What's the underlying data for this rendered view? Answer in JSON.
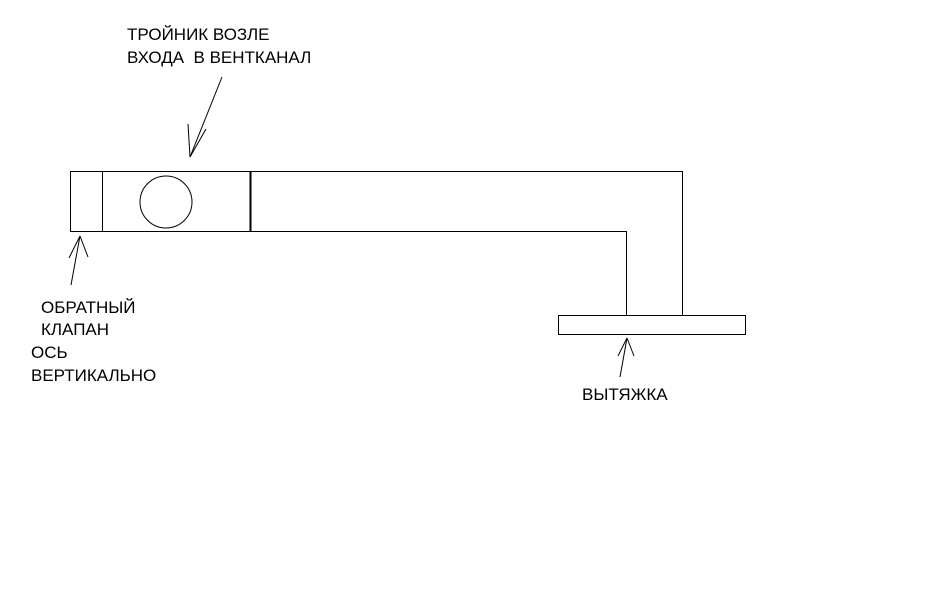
{
  "labels": {
    "tee_line1": "ТРОЙНИК ВОЗЛЕ",
    "tee_line2": "ВХОДА  В ВЕНТКАНАЛ",
    "check_valve_line1": "ОБРАТНЫЙ",
    "check_valve_line2": "КЛАПАН",
    "axis_line1": "ОСЬ",
    "axis_line2": "ВЕРТИКАЛЬНО",
    "hood": "ВЫТЯЖКА"
  },
  "colors": {
    "stroke": "#000000",
    "background": "#ffffff"
  }
}
